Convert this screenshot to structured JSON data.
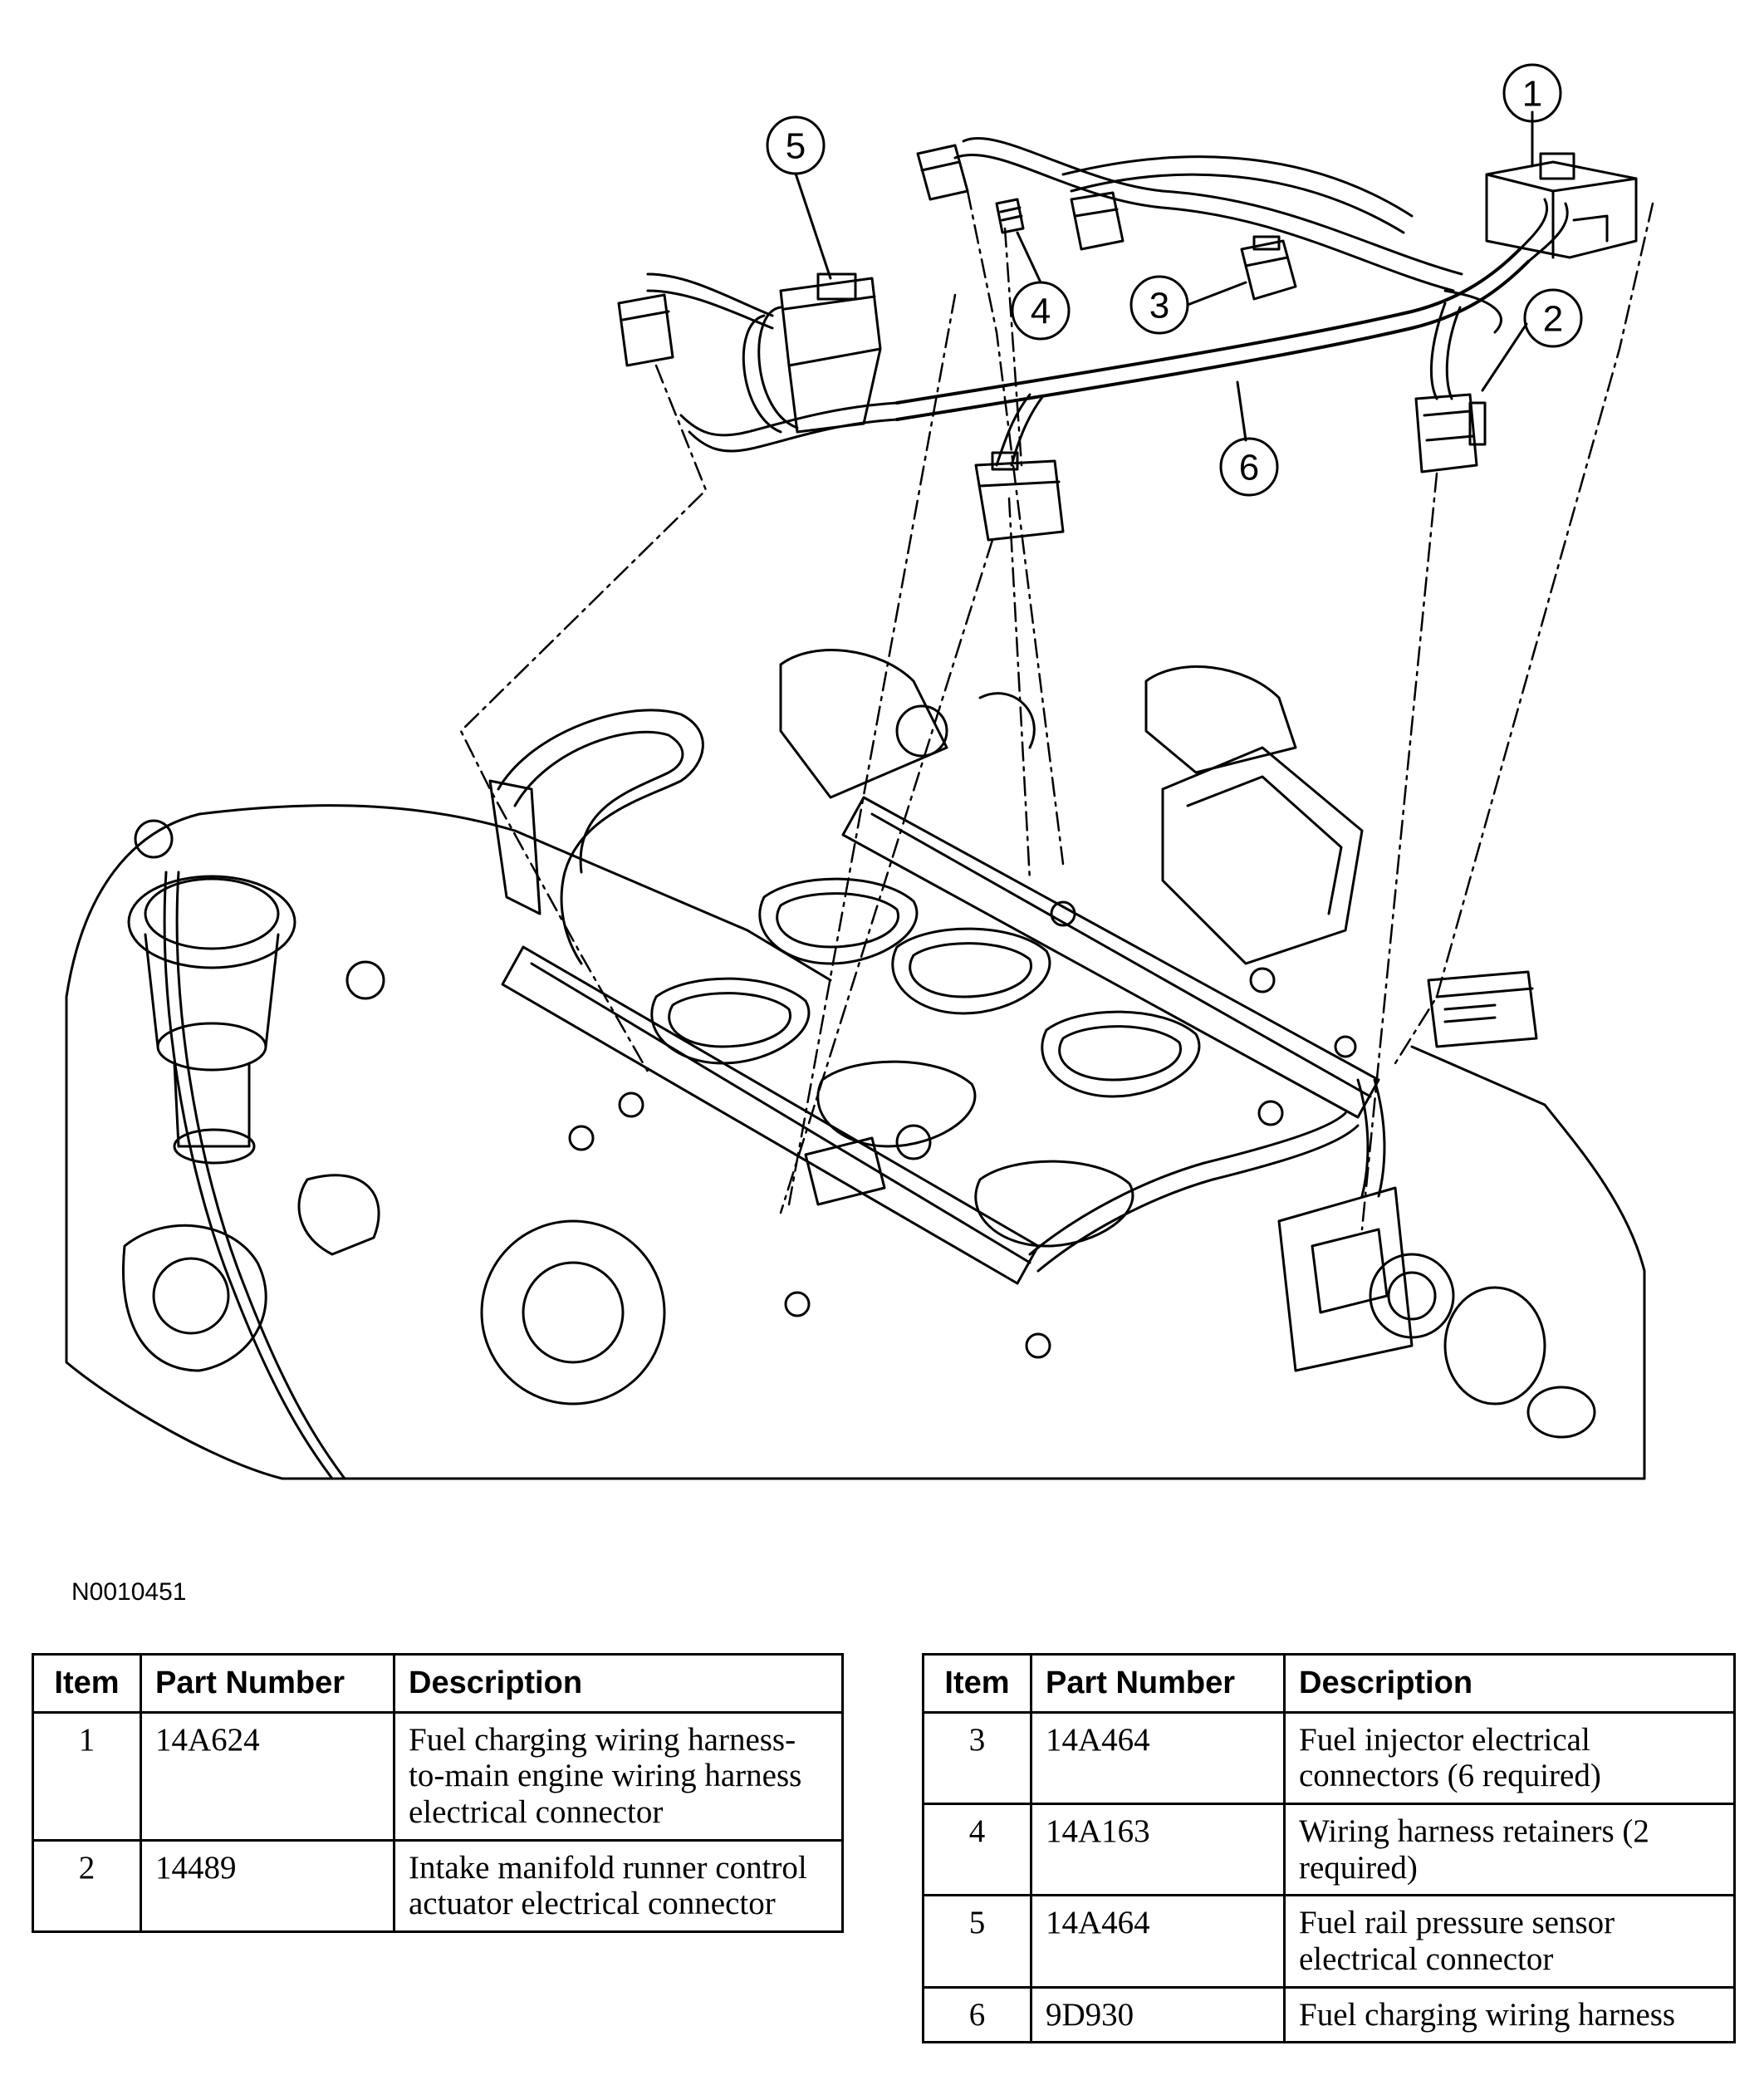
{
  "figure_id": "N0010451",
  "callouts": [
    "1",
    "2",
    "3",
    "4",
    "5",
    "6"
  ],
  "table_headers": {
    "item": "Item",
    "part_number": "Part Number",
    "description": "Description"
  },
  "parts_left": [
    {
      "item": "1",
      "part_number": "14A624",
      "description": "Fuel charging wiring harness-to-main engine wiring harness electrical connector"
    },
    {
      "item": "2",
      "part_number": "14489",
      "description": "Intake manifold runner control actuator electrical connector"
    }
  ],
  "parts_right": [
    {
      "item": "3",
      "part_number": "14A464",
      "description": "Fuel injector electrical connectors (6 required)"
    },
    {
      "item": "4",
      "part_number": "14A163",
      "description": "Wiring harness retainers (2 required)"
    },
    {
      "item": "5",
      "part_number": "14A464",
      "description": "Fuel rail pressure sensor electrical connector"
    },
    {
      "item": "6",
      "part_number": "9D930",
      "description": "Fuel charging wiring harness"
    }
  ]
}
